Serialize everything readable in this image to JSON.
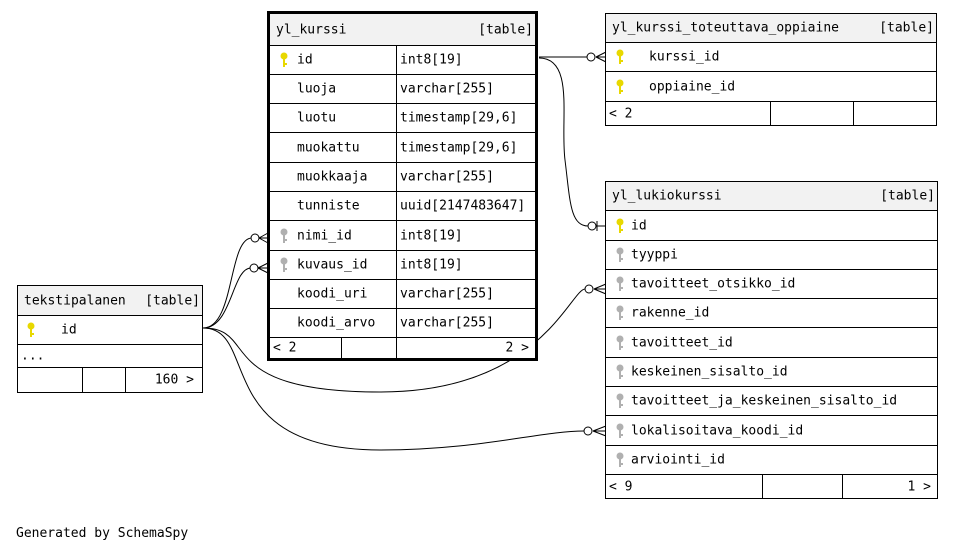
{
  "tables": {
    "yl_kurssi": {
      "name": "yl_kurssi",
      "kind": "[table]",
      "columns": [
        {
          "name": "id",
          "type": "int8[19]",
          "key": "pk"
        },
        {
          "name": "luoja",
          "type": "varchar[255]",
          "key": ""
        },
        {
          "name": "luotu",
          "type": "timestamp[29,6]",
          "key": ""
        },
        {
          "name": "muokattu",
          "type": "timestamp[29,6]",
          "key": ""
        },
        {
          "name": "muokkaaja",
          "type": "varchar[255]",
          "key": ""
        },
        {
          "name": "tunniste",
          "type": "uuid[2147483647]",
          "key": ""
        },
        {
          "name": "nimi_id",
          "type": "int8[19]",
          "key": "fk"
        },
        {
          "name": "kuvaus_id",
          "type": "int8[19]",
          "key": "fk"
        },
        {
          "name": "koodi_uri",
          "type": "varchar[255]",
          "key": ""
        },
        {
          "name": "koodi_arvo",
          "type": "varchar[255]",
          "key": ""
        }
      ],
      "footer_left": "< 2",
      "footer_right": "2 >"
    },
    "yl_kurssi_toteuttava_oppiaine": {
      "name": "yl_kurssi_toteuttava_oppiaine",
      "kind": "[table]",
      "columns": [
        {
          "name": "kurssi_id",
          "key": "pk"
        },
        {
          "name": "oppiaine_id",
          "key": "pk"
        }
      ],
      "footer_left": "< 2",
      "footer_right": ""
    },
    "yl_lukiokurssi": {
      "name": "yl_lukiokurssi",
      "kind": "[table]",
      "columns": [
        {
          "name": "id",
          "key": "pk"
        },
        {
          "name": "tyyppi",
          "key": "fk"
        },
        {
          "name": "tavoitteet_otsikko_id",
          "key": "fk"
        },
        {
          "name": "rakenne_id",
          "key": "fk"
        },
        {
          "name": "tavoitteet_id",
          "key": "fk"
        },
        {
          "name": "keskeinen_sisalto_id",
          "key": "fk"
        },
        {
          "name": "tavoitteet_ja_keskeinen_sisalto_id",
          "key": "fk"
        },
        {
          "name": "lokalisoitava_koodi_id",
          "key": "fk"
        },
        {
          "name": "arviointi_id",
          "key": "fk"
        }
      ],
      "footer_left": "< 9",
      "footer_right": "1 >"
    },
    "tekstipalanen": {
      "name": "tekstipalanen",
      "kind": "[table]",
      "columns": [
        {
          "name": "id",
          "key": "pk"
        }
      ],
      "ellipsis": "...",
      "footer_left": "",
      "footer_right": "160 >"
    }
  },
  "colors": {
    "pk_key": "#e8d800",
    "fk_key": "#b0b0b0",
    "header_bg": "#f2f2f2"
  },
  "footer_text": "Generated by SchemaSpy"
}
